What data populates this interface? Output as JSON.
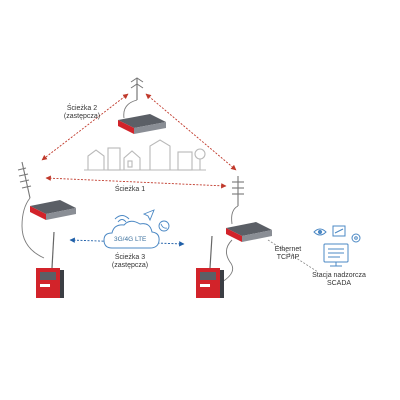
{
  "labels": {
    "path2_title": "Ścieżka 2",
    "path2_sub": "(zastępcza)",
    "path1": "Ścieżka 1",
    "path3_title": "Ścieżka 3",
    "path3_sub": "(zastępcza)",
    "cloud": "3G/4G LTE",
    "ethernet_1": "Ethernet",
    "ethernet_2": "TCP/IP",
    "scada_1": "Stacja nadzorcza",
    "scada_2": "SCADA"
  },
  "colors": {
    "link_red": "#c0392b",
    "link_blue": "#1f5fa8",
    "device_red": "#d2232a",
    "device_gray": "#5b5f66",
    "cloud_stroke": "#4b88c4",
    "city_gray": "#b9b9b9",
    "cable_gray": "#7a7a7a"
  },
  "icons": [
    "antenna-icon",
    "router-icon",
    "plc-icon",
    "cloud-icon",
    "city-icon",
    "eye-icon",
    "dashboard-icon",
    "monitor-icon",
    "wifi-icon",
    "send-icon",
    "phone-icon"
  ]
}
